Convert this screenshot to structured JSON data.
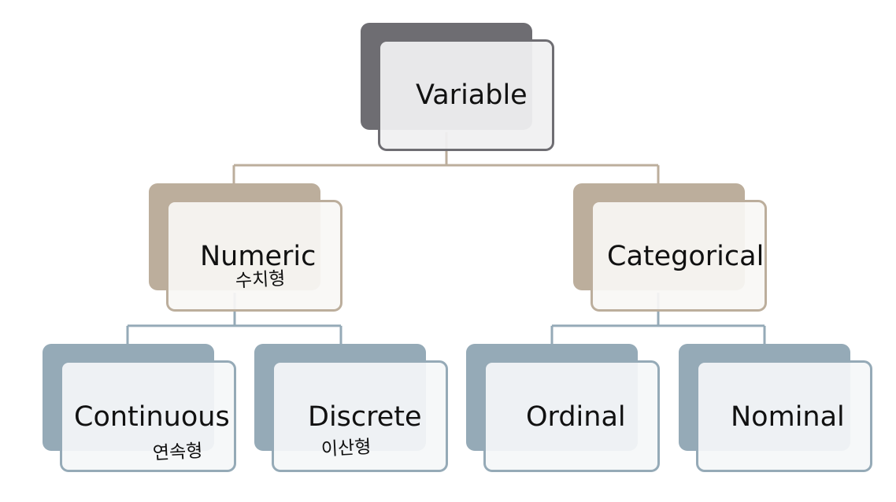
{
  "diagram": {
    "root": {
      "label": "Variable"
    },
    "numeric": {
      "label": "Numeric",
      "note": "수치형"
    },
    "categorical": {
      "label": "Categorical"
    },
    "continuous": {
      "label": "Continuous",
      "note": "연속형"
    },
    "discrete": {
      "label": "Discrete",
      "note": "이산형"
    },
    "ordinal": {
      "label": "Ordinal"
    },
    "nominal": {
      "label": "Nominal"
    }
  },
  "colors": {
    "root": "#6e6d72",
    "level1": "#bcae9c",
    "level2": "#95aab7"
  }
}
